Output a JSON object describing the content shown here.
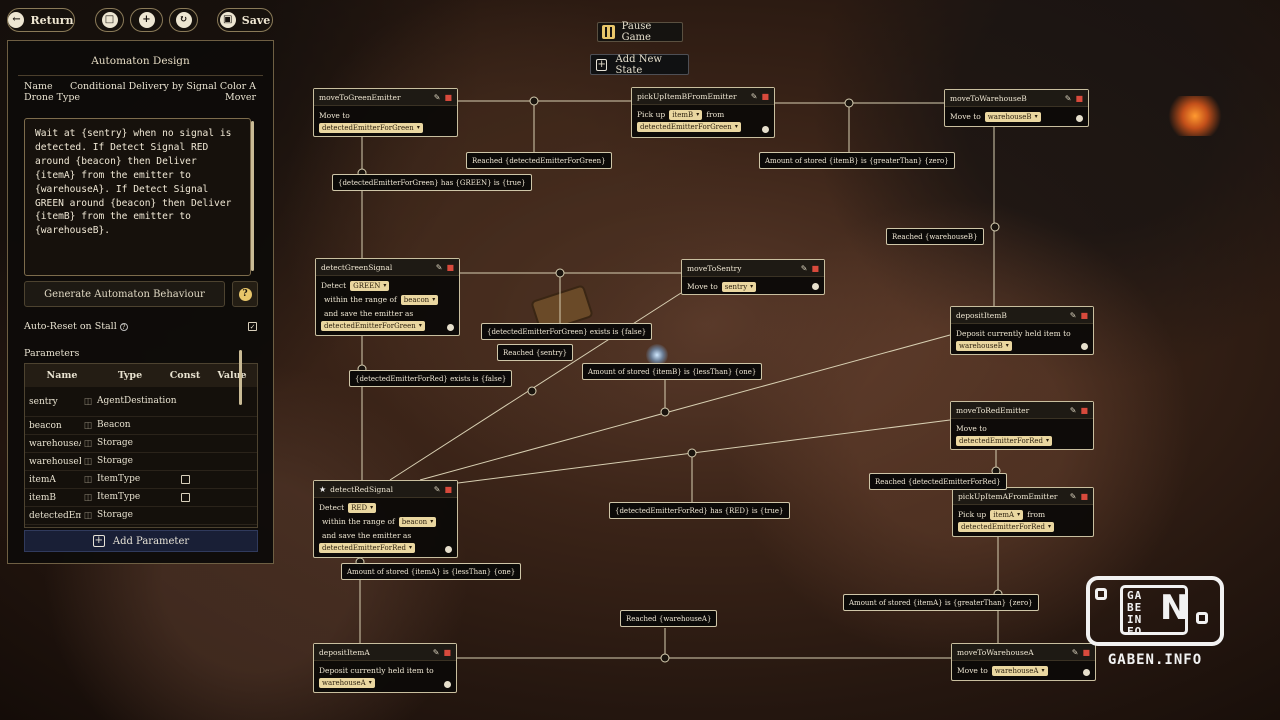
{
  "toolbar": {
    "return_label": "Return",
    "save_label": "Save"
  },
  "panel": {
    "title": "Automaton Design",
    "name_label": "Name",
    "name_value": "Conditional Delivery by Signal Color A",
    "drone_type_label": "Drone Type",
    "drone_type_value": "Mover",
    "description": "Wait at {sentry} when no signal is\ndetected. If Detect Signal RED\naround {beacon} then Deliver\n{itemA} from the emitter to\n{warehouseA}. If Detect Signal\nGREEN around {beacon} then Deliver\n{itemB} from the emitter to\n{warehouseB}.",
    "generate_label": "Generate Automaton Behaviour",
    "autoreset_label": "Auto-Reset on Stall",
    "autoreset_checked": true,
    "parameters_label": "Parameters",
    "columns": [
      "Name",
      "Type",
      "Const",
      "Value"
    ],
    "params": [
      {
        "name": "sentry",
        "type": "AgentDestination"
      },
      {
        "name": "beacon",
        "type": "Beacon"
      },
      {
        "name": "warehouseA",
        "type": "Storage"
      },
      {
        "name": "warehouseB",
        "type": "Storage"
      },
      {
        "name": "itemA",
        "type": "ItemType",
        "const": false
      },
      {
        "name": "itemB",
        "type": "ItemType",
        "const": false
      },
      {
        "name": "detectedEmitterForRed",
        "type": "Storage"
      }
    ],
    "add_param_label": "Add Parameter"
  },
  "controls": {
    "pause_label": "Pause Game",
    "add_state_label": "Add New State"
  },
  "nodes": {
    "moveToGreenEmitter": {
      "title": "moveToGreenEmitter",
      "line1": "Move to",
      "target": "detectedEmitterForGreen"
    },
    "pickUpItemBFromEmitter": {
      "title": "pickUpItemBFromEmitter",
      "pick_up": "Pick up",
      "item": "itemB",
      "from": "from",
      "target": "detectedEmitterForGreen"
    },
    "moveToWarehouseB": {
      "title": "moveToWarehouseB",
      "move_to": "Move to",
      "target": "warehouseB"
    },
    "detectGreenSignal": {
      "title": "detectGreenSignal",
      "detect": "Detect",
      "color": "GREEN",
      "within": "within the range of",
      "beacon": "beacon",
      "save": "and save the emitter as",
      "target": "detectedEmitterForGreen"
    },
    "moveToSentry": {
      "title": "moveToSentry",
      "move_to": "Move to",
      "target": "sentry"
    },
    "depositItemB": {
      "title": "depositItemB",
      "text": "Deposit currently held item to",
      "target": "warehouseB"
    },
    "moveToRedEmitter": {
      "title": "moveToRedEmitter",
      "line1": "Move to",
      "target": "detectedEmitterForRed"
    },
    "detectRedSignal": {
      "title": "detectRedSignal",
      "detect": "Detect",
      "color": "RED",
      "within": "within the range of",
      "beacon": "beacon",
      "save": "and save the emitter as",
      "target": "detectedEmitterForRed"
    },
    "pickUpItemAFromEmitter": {
      "title": "pickUpItemAFromEmitter",
      "pick_up": "Pick up",
      "item": "itemA",
      "from": "from",
      "target": "detectedEmitterForRed"
    },
    "depositItemA": {
      "title": "depositItemA",
      "text": "Deposit currently held item to",
      "target": "warehouseA"
    },
    "moveToWarehouseA": {
      "title": "moveToWarehouseA",
      "move_to": "Move to",
      "target": "warehouseA"
    }
  },
  "transitions": {
    "reached_green_emitter": "Reached  {detectedEmitterForGreen}",
    "stored_itemB_gt_zero": "Amount of stored  {itemB}  is  {greaterThan}  {zero}",
    "reached_warehouseB": "Reached  {warehouseB}",
    "green_has_green": "{detectedEmitterForGreen}  has  {GREEN}  is  {true}",
    "green_exists_false": "{detectedEmitterForGreen}  exists is  {false}",
    "reached_sentry": "Reached  {sentry}",
    "stored_itemB_lt_one": "Amount of stored  {itemB}  is  {lessThan}  {one}",
    "red_exists_false": "{detectedEmitterForRed}  exists is  {false}",
    "reached_red_emitter": "Reached  {detectedEmitterForRed}",
    "red_has_red": "{detectedEmitterForRed}  has  {RED}  is  {true}",
    "stored_itemA_lt_one": "Amount of stored  {itemA}  is  {lessThan}  {one}",
    "reached_warehouseA": "Reached  {warehouseA}",
    "stored_itemA_gt_zero": "Amount of stored  {itemA}  is  {greaterThan}  {zero}"
  },
  "watermark": {
    "grid_text": [
      "GA",
      "BE",
      "IN",
      "FO"
    ],
    "letter": "N",
    "site": "GABEN.INFO"
  },
  "colors": {
    "chip_fill": "#ead7a0",
    "delete_red": "#d84a3c",
    "accent_gold": "#e8c66a",
    "add_param_blue": "#191f36"
  }
}
